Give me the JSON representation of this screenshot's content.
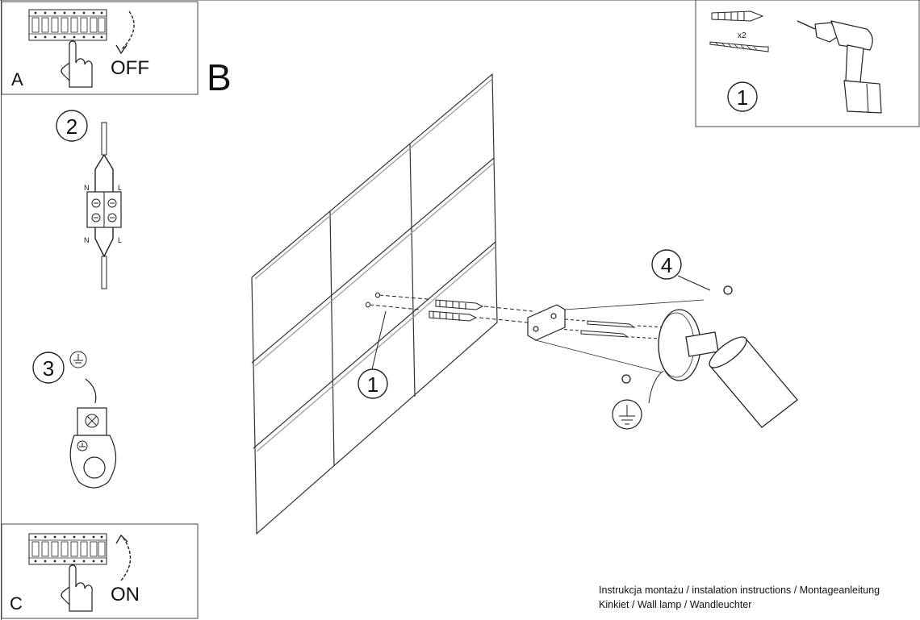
{
  "panels": {
    "a": {
      "letter": "A",
      "state_label": "OFF"
    },
    "c": {
      "letter": "C",
      "state_label": "ON"
    },
    "b": {
      "letter": "B"
    }
  },
  "steps": {
    "wiring": {
      "number": "2",
      "neutral": "N",
      "live": "L"
    },
    "ground": {
      "number": "3"
    },
    "tools": {
      "number": "1",
      "quantity": "x2"
    },
    "wall": {
      "number": "1"
    },
    "lamp": {
      "number": "4"
    }
  },
  "caption": {
    "line1": "Instrukcja montażu / instalation instructions / Montageanleitung",
    "line2": "Kinkiet / Wall lamp / Wandleuchter"
  },
  "icons": [
    "circuit-breaker-icon",
    "hand-icon",
    "arrow-icon",
    "drill-icon",
    "wall-plug-icon",
    "screw-icon",
    "ground-symbol-icon",
    "wall-lamp-icon",
    "connector-block-icon"
  ]
}
